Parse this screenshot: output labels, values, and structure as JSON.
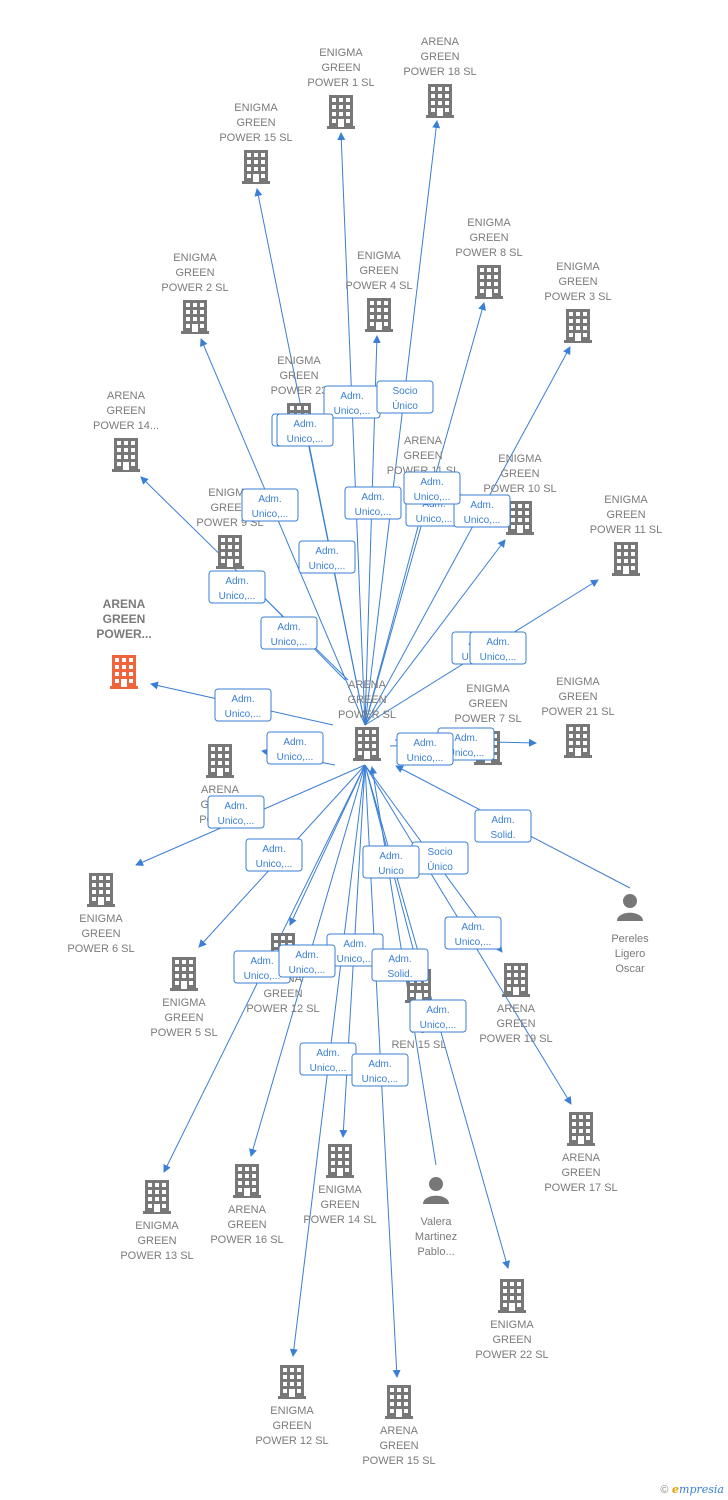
{
  "colors": {
    "edge": "#3a7fd5",
    "building": "#777777",
    "focus_building": "#f0643c",
    "label": "#7b7b7b"
  },
  "nodes": [
    {
      "id": "center",
      "type": "company",
      "lines": [
        "ARENA",
        "GREEN",
        "POWER  SL"
      ]
    },
    {
      "id": "focus",
      "type": "company",
      "focus": true,
      "lines": [
        "ARENA",
        "GREEN",
        "POWER..."
      ]
    },
    {
      "id": "eg1",
      "type": "company",
      "lines": [
        "ENIGMA",
        "GREEN",
        "POWER 1  SL"
      ]
    },
    {
      "id": "ag18",
      "type": "company",
      "lines": [
        "ARENA",
        "GREEN",
        "POWER 18  SL"
      ]
    },
    {
      "id": "eg15",
      "type": "company",
      "lines": [
        "ENIGMA",
        "GREEN",
        "POWER 15  SL"
      ]
    },
    {
      "id": "eg8",
      "type": "company",
      "lines": [
        "ENIGMA",
        "GREEN",
        "POWER 8  SL"
      ]
    },
    {
      "id": "eg2",
      "type": "company",
      "lines": [
        "ENIGMA",
        "GREEN",
        "POWER 2  SL"
      ]
    },
    {
      "id": "eg4",
      "type": "company",
      "lines": [
        "ENIGMA",
        "GREEN",
        "POWER 4  SL"
      ]
    },
    {
      "id": "eg3",
      "type": "company",
      "lines": [
        "ENIGMA",
        "GREEN",
        "POWER 3  SL"
      ]
    },
    {
      "id": "eg23",
      "type": "company",
      "lines": [
        "ENIGMA",
        "GREEN",
        "POWER 23"
      ]
    },
    {
      "id": "ag14",
      "type": "company",
      "lines": [
        "ARENA",
        "GREEN",
        "POWER 14..."
      ]
    },
    {
      "id": "ag11",
      "type": "company",
      "lines": [
        "ARENA",
        "GREEN",
        "POWER 11  SL"
      ]
    },
    {
      "id": "eg10",
      "type": "company",
      "lines": [
        "ENIGMA",
        "GREEN",
        "POWER 10  SL"
      ]
    },
    {
      "id": "eg9",
      "type": "company",
      "lines": [
        "ENIGMA",
        "GREEN",
        "POWER 9  SL"
      ]
    },
    {
      "id": "eg11",
      "type": "company",
      "lines": [
        "ENIGMA",
        "GREEN",
        "POWER 11  SL"
      ]
    },
    {
      "id": "eg7",
      "type": "company",
      "lines": [
        "ENIGMA",
        "GREEN",
        "POWER 7  SL"
      ]
    },
    {
      "id": "eg21",
      "type": "company",
      "lines": [
        "ENIGMA",
        "GREEN",
        "POWER 21  SL"
      ]
    },
    {
      "id": "agw",
      "type": "company",
      "lines": [
        "ARENA",
        "GREEN",
        "POWER"
      ]
    },
    {
      "id": "eg6",
      "type": "company",
      "lines": [
        "ENIGMA",
        "GREEN",
        "POWER 6  SL"
      ]
    },
    {
      "id": "eg5",
      "type": "company",
      "lines": [
        "ENIGMA",
        "GREEN",
        "POWER 5  SL"
      ]
    },
    {
      "id": "ag12m",
      "type": "company",
      "lines": [
        "ARENA",
        "GREEN",
        "POWER 12  SL"
      ]
    },
    {
      "id": "ren15",
      "type": "company",
      "lines": [
        "SH",
        "PO",
        "REN 15  SL"
      ]
    },
    {
      "id": "ag19",
      "type": "company",
      "lines": [
        "ARENA",
        "GREEN",
        "POWER 19  SL"
      ]
    },
    {
      "id": "pereles",
      "type": "person",
      "lines": [
        "Pereles",
        "Ligero",
        "Oscar"
      ]
    },
    {
      "id": "ag17",
      "type": "company",
      "lines": [
        "ARENA",
        "GREEN",
        "POWER 17  SL"
      ]
    },
    {
      "id": "eg13",
      "type": "company",
      "lines": [
        "ENIGMA",
        "GREEN",
        "POWER 13  SL"
      ]
    },
    {
      "id": "ag16",
      "type": "company",
      "lines": [
        "ARENA",
        "GREEN",
        "POWER 16  SL"
      ]
    },
    {
      "id": "eg14",
      "type": "company",
      "lines": [
        "ENIGMA",
        "GREEN",
        "POWER 14  SL"
      ]
    },
    {
      "id": "valera",
      "type": "person",
      "lines": [
        "Valera",
        "Martinez",
        "Pablo..."
      ]
    },
    {
      "id": "eg22",
      "type": "company",
      "lines": [
        "ENIGMA",
        "GREEN",
        "POWER 22  SL"
      ]
    },
    {
      "id": "eg12",
      "type": "company",
      "lines": [
        "ENIGMA",
        "GREEN",
        "POWER 12  SL"
      ]
    },
    {
      "id": "ag15",
      "type": "company",
      "lines": [
        "ARENA",
        "GREEN",
        "POWER 15  SL"
      ]
    }
  ],
  "edges": [
    {
      "from": "center",
      "to": "eg1",
      "label": [
        "Adm.",
        "Unico,..."
      ]
    },
    {
      "from": "center",
      "to": "ag18",
      "label": [
        "Socio",
        "Único"
      ]
    },
    {
      "from": "center",
      "to": "eg15",
      "label": [
        "Adm.",
        "Unico,..."
      ]
    },
    {
      "from": "center",
      "to": "eg8",
      "label": [
        "Adm.",
        "Unico,..."
      ]
    },
    {
      "from": "center",
      "to": "eg2",
      "label": [
        "Adm.",
        "Unico,..."
      ]
    },
    {
      "from": "center",
      "to": "eg4",
      "label": [
        "Adm.",
        "Unico,..."
      ]
    },
    {
      "from": "center",
      "to": "eg3",
      "label": [
        "Adm.",
        "Unico,..."
      ]
    },
    {
      "from": "center",
      "to": "eg23",
      "label": [
        "Adm.",
        "Unico,..."
      ]
    },
    {
      "from": "center",
      "to": "ag14",
      "label": [
        "Adm.",
        "Unico,..."
      ]
    },
    {
      "from": "center",
      "to": "ag11",
      "label": [
        "Adm.",
        "Unico,..."
      ]
    },
    {
      "from": "center",
      "to": "eg10",
      "label": [
        "Adm.",
        "Unico,..."
      ]
    },
    {
      "from": "center",
      "to": "eg9",
      "label": [
        "Adm.",
        "Unico,..."
      ]
    },
    {
      "from": "center",
      "to": "eg11",
      "label": [
        "Adm.",
        "Unico,..."
      ]
    },
    {
      "from": "center",
      "to": "focus",
      "label": [
        "Adm.",
        "Unico,..."
      ]
    },
    {
      "from": "center",
      "to": "eg7",
      "label": [
        "Adm.",
        "Unico,..."
      ]
    },
    {
      "from": "center",
      "to": "eg21",
      "label": [
        "Adm.",
        "Unico,..."
      ]
    },
    {
      "from": "center",
      "to": "agw",
      "label": [
        "Adm.",
        "Unico,..."
      ]
    },
    {
      "from": "center",
      "to": "eg6",
      "label": [
        "Adm.",
        "Unico,..."
      ]
    },
    {
      "from": "center",
      "to": "eg5",
      "label": [
        "Adm.",
        "Unico,..."
      ]
    },
    {
      "from": "center",
      "to": "ag12m",
      "label": [
        "Adm.",
        "Unico,..."
      ]
    },
    {
      "from": "pereles",
      "to": "center",
      "label": [
        "Adm.",
        "Solid."
      ]
    },
    {
      "from": "center",
      "to": "ag19",
      "label": [
        "Socio",
        "Único"
      ]
    },
    {
      "from": "center",
      "to": "ag17",
      "label": [
        "Adm.",
        "Unico,..."
      ]
    },
    {
      "from": "center",
      "to": "eg13",
      "label": [
        "Adm.",
        "Unico,..."
      ]
    },
    {
      "from": "center",
      "to": "ag16",
      "label": [
        "Adm.",
        "Unico,..."
      ]
    },
    {
      "from": "center",
      "to": "eg14",
      "label": [
        "Adm.",
        "Unico,..."
      ]
    },
    {
      "from": "valera",
      "to": "center",
      "label": [
        "Adm.",
        "Solid."
      ]
    },
    {
      "from": "center",
      "to": "ren15",
      "label": [
        "Adm.",
        "Unico"
      ]
    },
    {
      "from": "center",
      "to": "eg22",
      "label": [
        "Adm.",
        "Unico,..."
      ]
    },
    {
      "from": "center",
      "to": "eg12",
      "label": [
        "Adm.",
        "Unico,..."
      ]
    },
    {
      "from": "center",
      "to": "ag15",
      "label": [
        "Adm.",
        "Unico,..."
      ]
    }
  ],
  "footer": {
    "copyright": "©",
    "brand_initial": "e",
    "brand_rest": "mpresia"
  }
}
